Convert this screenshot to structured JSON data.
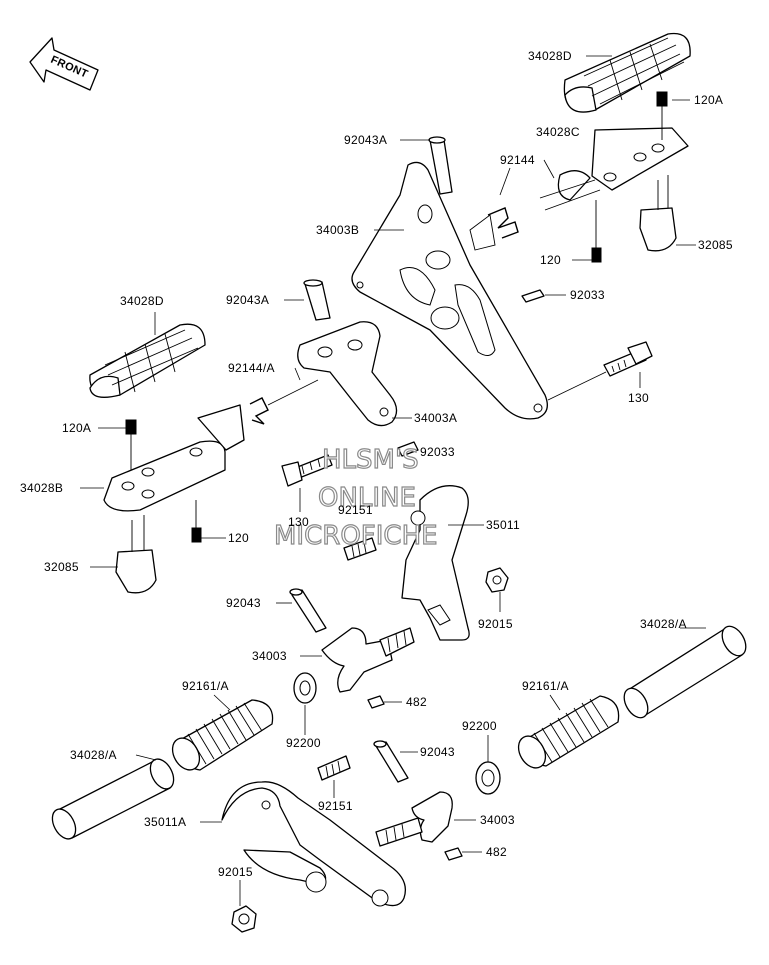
{
  "front_arrow": "FRONT",
  "watermark": [
    "HLSM'S",
    "ONLINE",
    "MICROFICHE"
  ],
  "labels": {
    "p34028D_top": "34028D",
    "p120A_top": "120A",
    "p92043A_top": "92043A",
    "p34028C": "34028C",
    "p92144": "92144",
    "p34003B": "34003B",
    "p32085_right": "32085",
    "p120_top": "120",
    "p92033_top": "92033",
    "p34028D_left": "34028D",
    "p92043A_mid": "92043A",
    "p92144A": "92144/A",
    "p34003A": "34003A",
    "p130_right": "130",
    "p120A_left": "120A",
    "p92033_mid": "92033",
    "p34028B": "34028B",
    "p130_mid": "130",
    "p92151_top": "92151",
    "p35011": "35011",
    "p120_left": "120",
    "p32085_left": "32085",
    "p92043_mid": "92043",
    "p92015_right": "92015",
    "p34028A_right": "34028/A",
    "p34003_mid": "34003",
    "p482_top": "482",
    "p92161A_left": "92161/A",
    "p92161A_right": "92161/A",
    "p92200_right": "92200",
    "p92200_mid": "92200",
    "p92043_low": "92043",
    "p34028A_left": "34028/A",
    "p92151_low": "92151",
    "p35011A": "35011A",
    "p34003_low": "34003",
    "p482_low": "482",
    "p92015_left": "92015"
  }
}
